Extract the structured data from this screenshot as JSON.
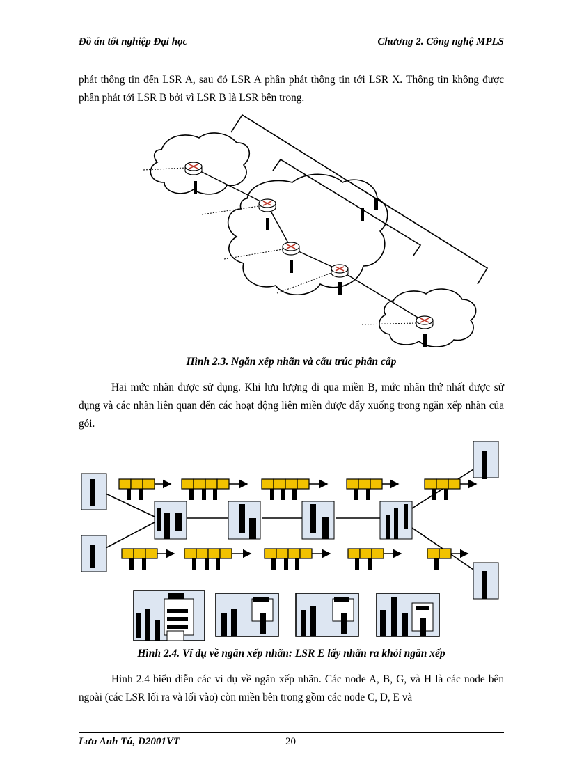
{
  "header": {
    "left": "Đồ án tốt nghiệp Đại học",
    "right": "Chương 2. Công nghệ MPLS"
  },
  "paragraphs": {
    "p1": "phát thông tin đến LSR A, sau đó LSR A phân phát thông tin tới LSR X. Thông tin không được phân phát tới LSR B bởi vì LSR B là LSR bên trong.",
    "p2": "Hai mức nhãn được sử dụng. Khi lưu lượng đi qua miền B, mức nhãn thứ nhất được sử dụng và các nhãn liên quan đến các hoạt động liên miền được đẩy xuống trong ngăn xếp nhãn của gói.",
    "p3": "Hình 2.4 biểu diễn các ví dụ về ngăn xếp nhãn. Các node A, B, G, và H là các node bên ngoài (các LSR lối ra và lối vào) còn miền bên trong gồm các node C, D, E và"
  },
  "figures": {
    "fig23_caption": "Hình 2.3. Ngăn xếp nhãn và cấu trúc phân cấp",
    "fig24_caption": "Hình 2.4. Ví dụ về ngăn xếp nhãn: LSR E lấy nhãn ra khỏi ngăn xếp"
  },
  "colors": {
    "label_fill": "#f2c200",
    "node_fill": "#dde6f2",
    "router_fill": "#ffffff"
  },
  "footer": {
    "author": "Lưu Anh Tú, D2001VT",
    "page_number": "20"
  }
}
